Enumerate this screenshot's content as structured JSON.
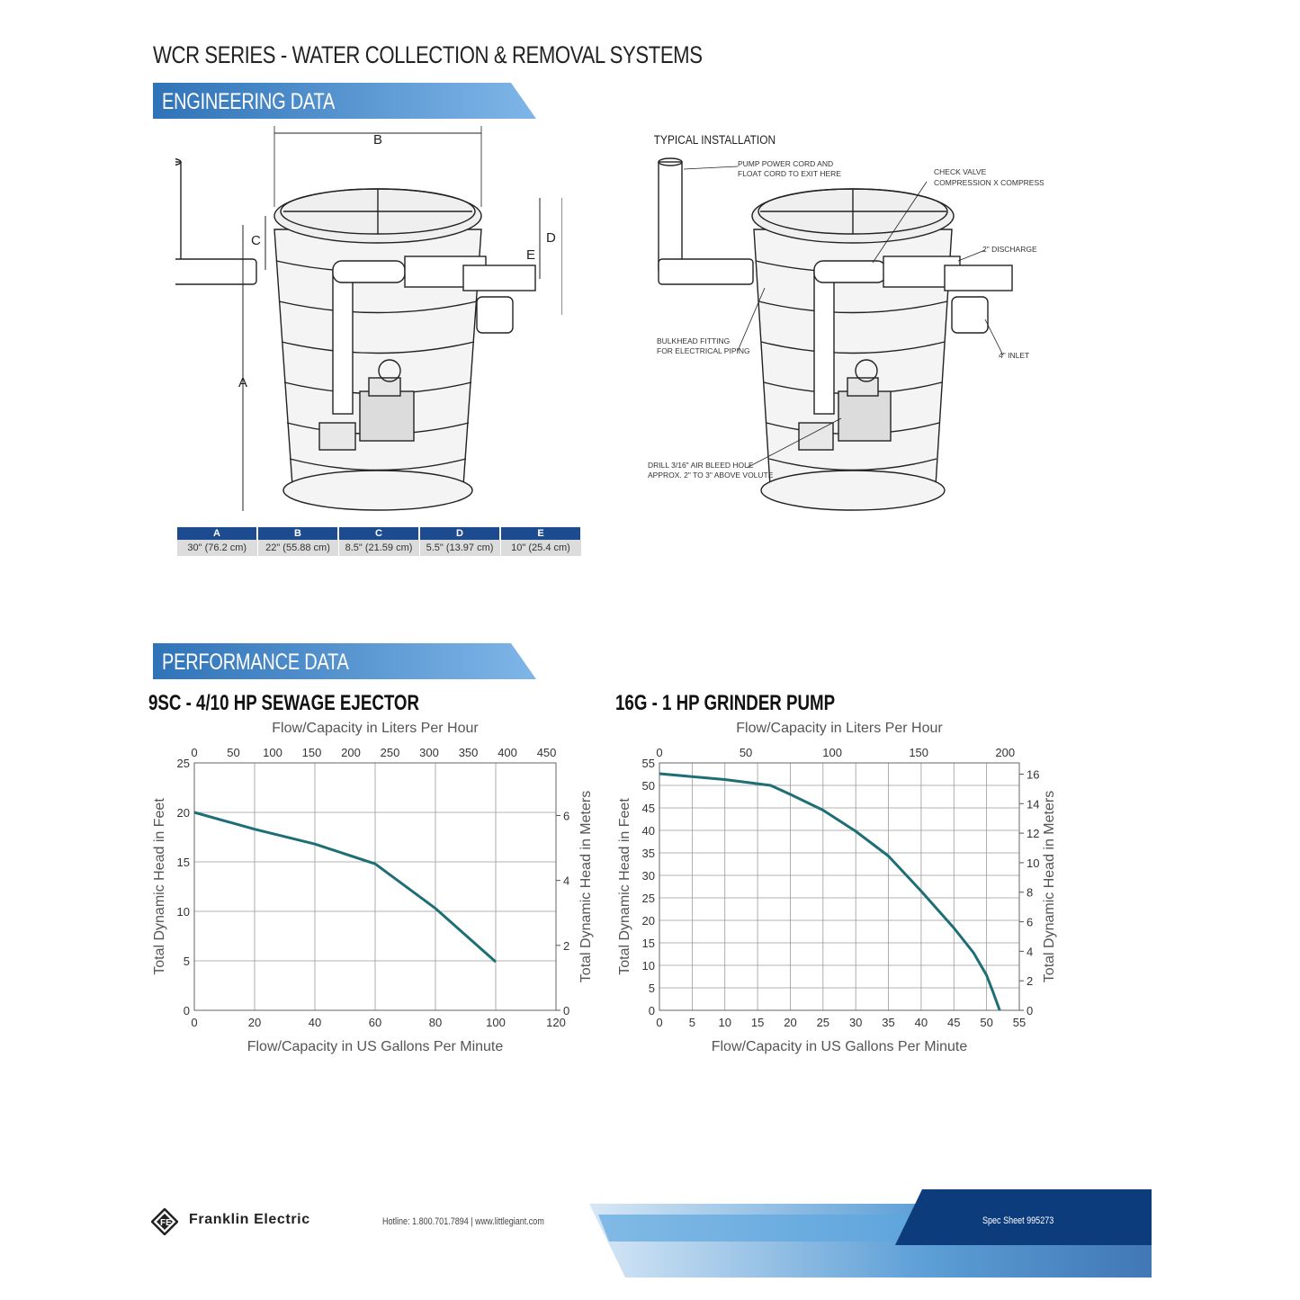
{
  "header": {
    "title": "WCR SERIES - WATER COLLECTION & REMOVAL SYSTEMS",
    "engineering_banner": "ENGINEERING DATA",
    "performance_banner": "PERFORMANCE DATA"
  },
  "diagram": {
    "dimension_labels": [
      "A",
      "B",
      "C",
      "D",
      "E"
    ],
    "typical_installation_title": "TYPICAL INSTALLATION",
    "callouts": {
      "power_cord_1": "PUMP POWER CORD AND",
      "power_cord_2": "FLOAT CORD TO EXIT HERE",
      "check_valve_1": "CHECK VALVE",
      "check_valve_2": "COMPRESSION X COMPRESSION",
      "discharge": "2\" DISCHARGE",
      "bulkhead_1": "BULKHEAD FITTING",
      "bulkhead_2": "FOR ELECTRICAL PIPING",
      "inlet": "4\" INLET",
      "drill_1": "DRILL 3/16\" AIR BLEED HOLE",
      "drill_2": "APPROX. 2\" TO 3\" ABOVE VOLUTE"
    }
  },
  "dimension_table": {
    "headers": [
      "A",
      "B",
      "C",
      "D",
      "E"
    ],
    "values": [
      "30\" (76.2 cm)",
      "22\" (55.88 cm)",
      "8.5\" (21.59 cm)",
      "5.5\" (13.97 cm)",
      "10\" (25.4 cm)"
    ]
  },
  "chart_data": [
    {
      "type": "line",
      "title": "9SC - 4/10 HP SEWAGE EJECTOR",
      "xlabel": "Flow/Capacity in US Gallons Per Minute",
      "x2label": "Flow/Capacity in Liters Per Hour",
      "ylabel": "Total Dynamic Head in Feet",
      "y2label": "Total Dynamic Head in Meters",
      "xlim": [
        0,
        120
      ],
      "ylim": [
        0,
        25
      ],
      "x_ticks": [
        0,
        20,
        40,
        60,
        80,
        100,
        120
      ],
      "y_ticks": [
        0,
        5,
        10,
        15,
        20,
        25
      ],
      "x2_ticks": [
        0,
        50,
        100,
        150,
        200,
        250,
        300,
        350,
        400,
        450
      ],
      "y2_ticks": [
        0,
        2,
        4,
        6
      ],
      "x2lim": [
        0,
        462
      ],
      "y2lim": [
        0,
        7.62
      ],
      "grid": true,
      "series": [
        {
          "x": [
            0,
            20,
            40,
            60,
            80,
            100
          ],
          "y": [
            20,
            18.3,
            16.8,
            14.8,
            10.3,
            4.9
          ],
          "color": "#1e6f75"
        }
      ]
    },
    {
      "type": "line",
      "title": "16G - 1 HP GRINDER PUMP",
      "xlabel": "Flow/Capacity in US Gallons Per Minute",
      "x2label": "Flow/Capacity in Liters Per Hour",
      "ylabel": "Total Dynamic Head in Feet",
      "y2label": "Total Dynamic Head in Meters",
      "xlim": [
        0,
        55
      ],
      "ylim": [
        0,
        55
      ],
      "x_ticks": [
        0,
        5,
        10,
        15,
        20,
        25,
        30,
        35,
        40,
        45,
        50,
        55
      ],
      "y_ticks": [
        0,
        5,
        10,
        15,
        20,
        25,
        30,
        35,
        40,
        45,
        50,
        55
      ],
      "x2_ticks": [
        0,
        50,
        100,
        150,
        200
      ],
      "y2_ticks": [
        0,
        2,
        4,
        6,
        8,
        10,
        12,
        14,
        16
      ],
      "x2lim": [
        0,
        208.2
      ],
      "y2lim": [
        0,
        16.76
      ],
      "grid": true,
      "series": [
        {
          "x": [
            0,
            10,
            17,
            20,
            25,
            30,
            35,
            40,
            45,
            48,
            50,
            51,
            52
          ],
          "y": [
            52.6,
            51.3,
            50,
            48,
            44.5,
            39.8,
            34.3,
            26.5,
            18.3,
            12.8,
            7.8,
            4,
            0
          ],
          "color": "#1e6f75"
        }
      ]
    }
  ],
  "footer": {
    "brand": "Franklin Electric",
    "hotline": "Hotline: 1.800.701.7894  |  www.littlegiant.com",
    "spec": "Spec Sheet 995273"
  },
  "colors": {
    "banner_light": "#5b9bd5",
    "banner_dark": "#2e6db4",
    "table_header": "#1d4b8f",
    "curve": "#1e6f75",
    "footer_dark": "#0d3c7d"
  }
}
